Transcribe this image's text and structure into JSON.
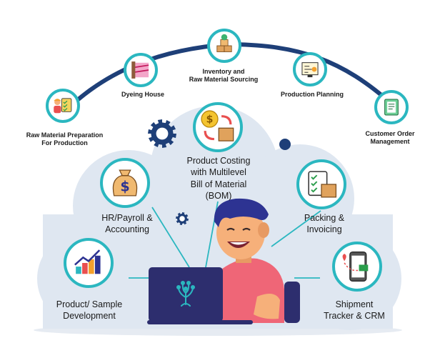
{
  "arc_steps": [
    {
      "id": "raw",
      "label": "Raw Material Preparation\nFor Production",
      "icon": "worker-checklist-icon"
    },
    {
      "id": "dye",
      "label": "Dyeing House",
      "icon": "fabric-roll-icon"
    },
    {
      "id": "inv",
      "label": "Inventory and\nRaw Material Sourcing",
      "icon": "stacked-boxes-icon"
    },
    {
      "id": "plan",
      "label": "Production Planning",
      "icon": "planning-board-icon"
    },
    {
      "id": "order",
      "label": "Customer Order\nManagement",
      "icon": "order-clipboard-icon"
    }
  ],
  "modules": [
    {
      "id": "costing",
      "label": "Product Costing\nwith Multilevel\nBill of Material\n(BOM)",
      "icon": "coin-cycle-icon"
    },
    {
      "id": "hr",
      "label": "HR/Payroll &\nAccounting",
      "icon": "money-bag-icon"
    },
    {
      "id": "packing",
      "label": "Packing &\nInvoicing",
      "icon": "packing-clipboard-icon"
    },
    {
      "id": "sample",
      "label": "Product/ Sample\nDevelopment",
      "icon": "growth-chart-icon"
    },
    {
      "id": "shipment",
      "label": "Shipment\nTracker & CRM",
      "icon": "phone-tracking-icon"
    }
  ],
  "colors": {
    "arc": "#1e3f78",
    "ring": "#2bb7c0",
    "cloud": "#dfe7f1",
    "line": "#2bb7c0",
    "gear": "#1e3f78",
    "laptop": "#2d2e6e",
    "shirt": "#ef6677",
    "skin": "#f6b07a",
    "hair": "#2d3392",
    "logo": "#2bb7c0"
  }
}
